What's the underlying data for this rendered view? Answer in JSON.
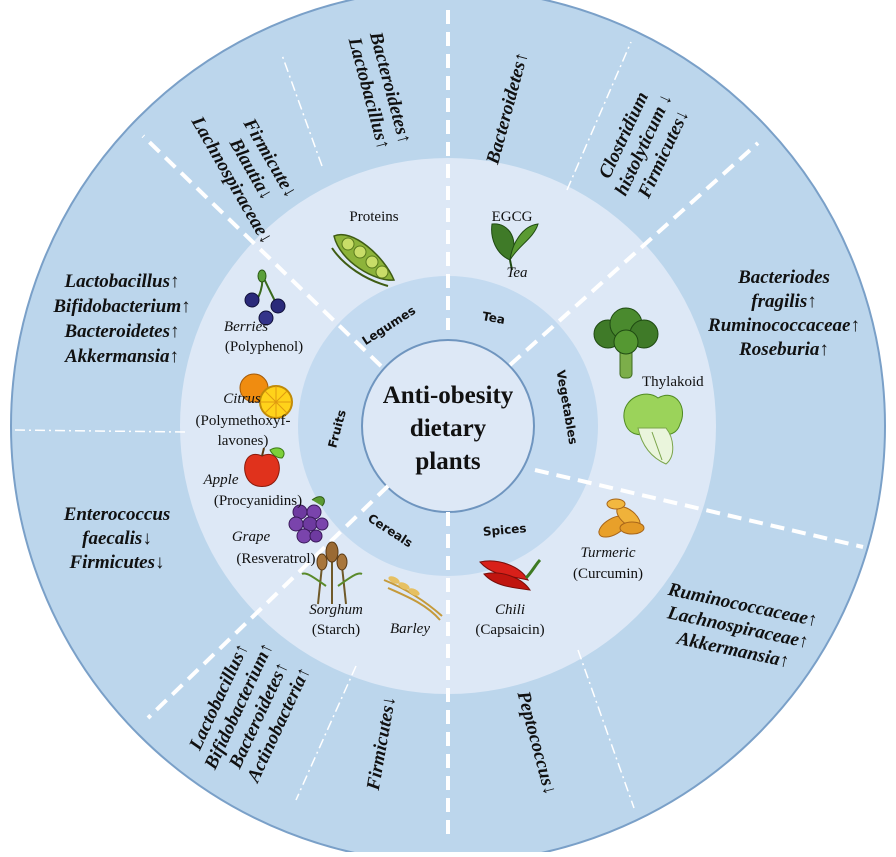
{
  "center": {
    "lines": [
      "Anti-obesity",
      "dietary",
      "plants"
    ]
  },
  "categories": [
    {
      "id": "legumes",
      "label": "Legumes"
    },
    {
      "id": "tea",
      "label": "Tea"
    },
    {
      "id": "vegetables",
      "label": "Vegetables"
    },
    {
      "id": "spices",
      "label": "Spices"
    },
    {
      "id": "cereals",
      "label": "Cereals"
    },
    {
      "id": "fruits",
      "label": "Fruits"
    }
  ],
  "compounds": {
    "proteins": "Proteins",
    "egcg": "EGCG",
    "tea": "Tea",
    "thylakoid": "Thylakoid",
    "turmeric": "Turmeric",
    "curcumin": "(Curcumin)",
    "chili": "Chili",
    "capsaicin": "(Capsaicin)",
    "barley": "Barley",
    "sorghum": "Sorghum",
    "starch": "(Starch)",
    "grape": "Grape",
    "resveratrol": "(Resveratrol)",
    "apple": "Apple",
    "procyanidins": "(Procyanidins)",
    "citrus": "Citrus",
    "pmf1": "(Polymethoxyf-",
    "pmf2": "lavones)",
    "berries": "Berries",
    "polyphenol": "(Polyphenol)"
  },
  "microbiota": {
    "legumes_a": [
      "Bacteroidetes↑",
      "Lactobacillus↑"
    ],
    "legumes_b": [
      "Firmicute↓",
      "Blautia↓",
      "Lachnospiraceae↓"
    ],
    "tea_a": [
      "Bacteroidetes↑"
    ],
    "tea_b": [
      "Clostridium",
      "histolyticum ↓",
      "Firmicutes↓"
    ],
    "vegetables": [
      "Bacteriodes",
      "fragilis↑",
      "Ruminococcaceae↑",
      "Roseburia↑"
    ],
    "spices_a": [
      "Ruminococcaceae↑",
      "Lachnospiraceae↑",
      "Akkermansia↑"
    ],
    "spices_b": [
      "Peptococcus↓"
    ],
    "cereals_a": [
      "Firmicutes↓"
    ],
    "cereals_b": [
      "Lactobacillus↑",
      "Bifidobacterium↑",
      "Bacteroidetes↑",
      "Actinobacteria↑"
    ],
    "fruits_a": [
      "Enterococcus",
      "faecalis↓",
      "Firmicutes↓"
    ],
    "fruits_b": [
      "Lactobacillus↑",
      "Bifidobacterium↑",
      "Bacteroidetes↑",
      "Akkermansia↑"
    ]
  },
  "colors": {
    "outer_ring": "#bcd6ec",
    "middle_ring": "#dde8f6",
    "inner_ring": "#c3daf0",
    "center": "#dde8f6",
    "border": "#7aa0c8"
  }
}
